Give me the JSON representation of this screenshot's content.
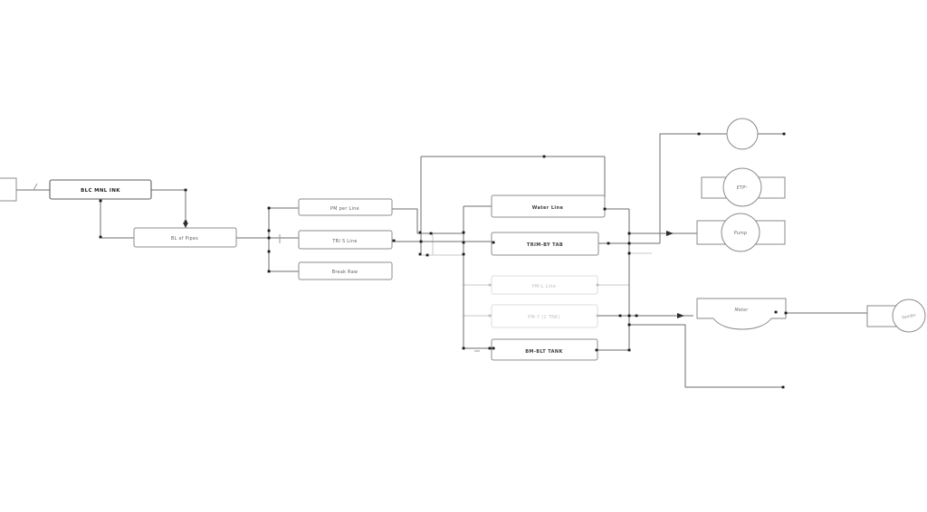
{
  "diagram": {
    "background_color": "#ffffff",
    "line_color": "#6e6e6e",
    "faint_line_color": "#c9c9c9",
    "boxes": {
      "blc_mnl_ink": {
        "label": "BLC MNL INK"
      },
      "bl_of_pipes": {
        "label": "BL of Pipes"
      },
      "pm_per_line": {
        "label": "PM per Line"
      },
      "tri_s_line": {
        "label": "TRI S Line"
      },
      "break_raw": {
        "label": "Break Raw"
      },
      "water_line": {
        "label": "Water Line"
      },
      "trim_by_tab": {
        "label": "TRIM-BY TAB"
      },
      "pm_l_line": {
        "label": "PM-L Line"
      },
      "pm_7_tnk": {
        "label": "PM-7 (2 TNK)"
      },
      "bm_blt_tank": {
        "label": "BM-BLT TANK"
      }
    },
    "instruments": {
      "etp": {
        "label": "ETP⁺"
      },
      "pump": {
        "label": "Pump"
      },
      "meter": {
        "label": "Meter"
      },
      "sander": {
        "label": "Sander"
      }
    }
  }
}
